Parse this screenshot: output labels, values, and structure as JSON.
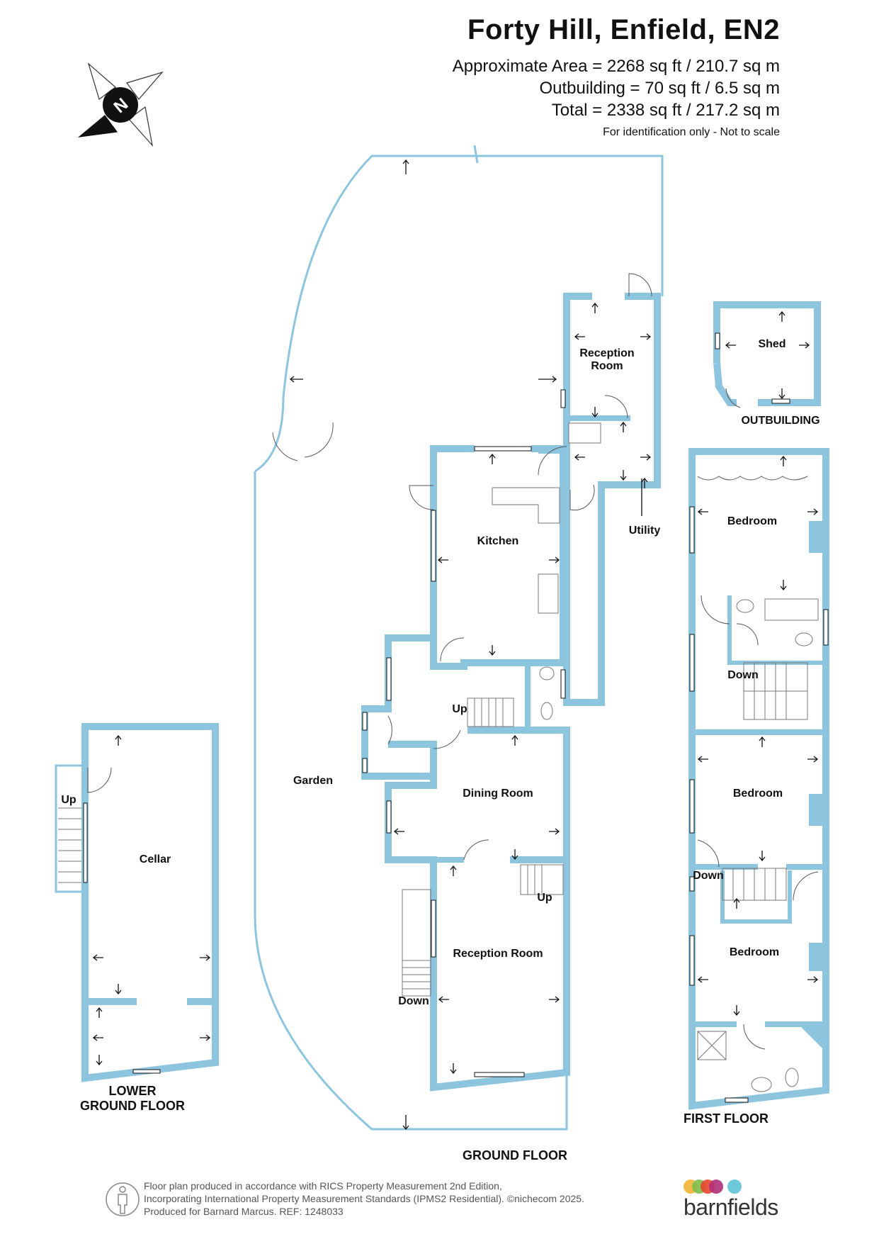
{
  "header": {
    "title": "Forty Hill, Enfield, EN2",
    "area_line_1": "Approximate Area = 2268 sq ft / 210.7 sq m",
    "area_line_2": "Outbuilding = 70 sq ft / 6.5 sq m",
    "area_line_3": "Total = 2338 sq ft / 217.2 sq m",
    "note": "For identification only - Not to scale"
  },
  "compass": {
    "letter": "N"
  },
  "floors": {
    "lower_ground": {
      "label_line_1": "LOWER",
      "label_line_2": "GROUND FLOOR",
      "rooms": {
        "cellar": "Cellar",
        "up": "Up"
      }
    },
    "ground": {
      "label": "GROUND FLOOR",
      "rooms": {
        "reception_top_1": "Reception",
        "reception_top_2": "Room",
        "kitchen": "Kitchen",
        "utility": "Utility",
        "garden": "Garden",
        "dining": "Dining Room",
        "reception": "Reception Room",
        "up_1": "Up",
        "up_2": "Up",
        "down": "Down"
      }
    },
    "first": {
      "label": "FIRST FLOOR",
      "rooms": {
        "bedroom_1": "Bedroom",
        "bedroom_2": "Bedroom",
        "bedroom_3": "Bedroom",
        "down_1": "Down",
        "down_2": "Down"
      }
    },
    "outbuilding": {
      "label": "OUTBUILDING",
      "shed": "Shed"
    }
  },
  "footer": {
    "line_1": "Floor plan produced in accordance with RICS Property Measurement 2nd Edition,",
    "line_2": "Incorporating International Property Measurement Standards (IPMS2 Residential).  ©nichecom 2025.",
    "line_3": "Produced for Barnard Marcus.   REF: 1248033"
  },
  "brand": {
    "name": "barnfields",
    "dot_colors": [
      "#f2b233",
      "#7cbf4a",
      "#e8452e",
      "#b0307a",
      "#5bc3d6"
    ]
  },
  "colors": {
    "wall": "#8ec5de"
  }
}
